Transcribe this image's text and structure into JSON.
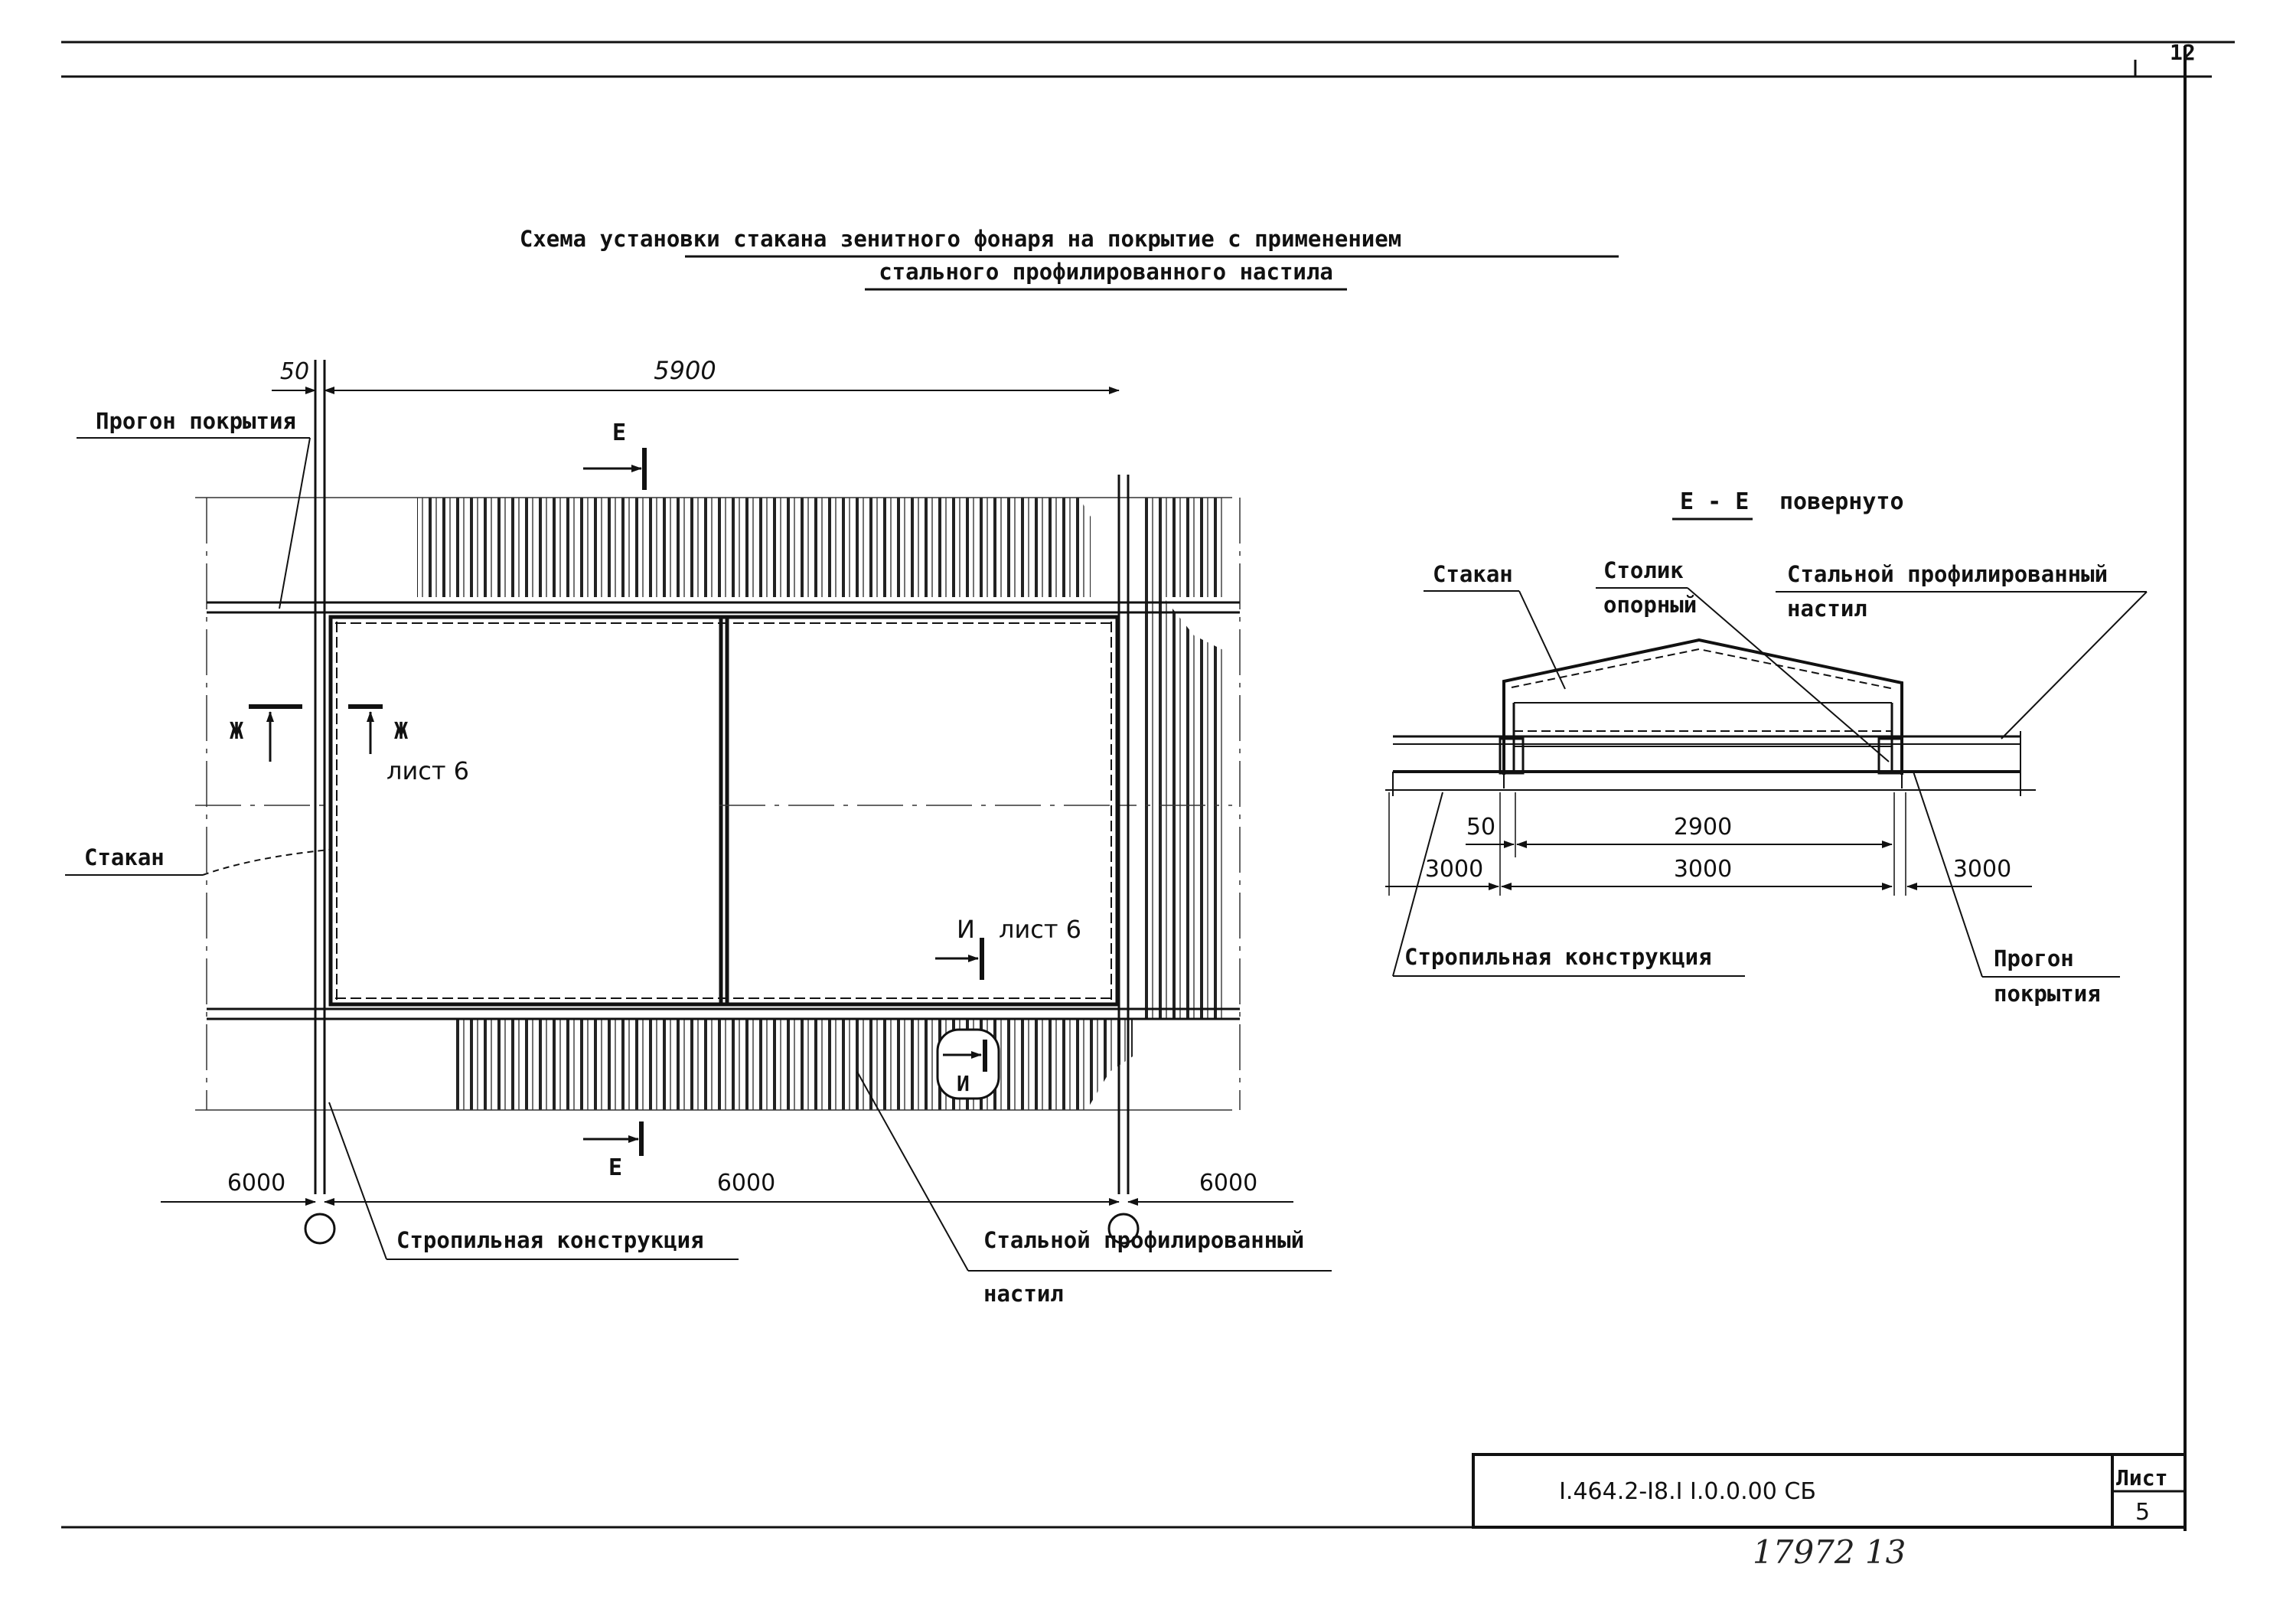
{
  "title": {
    "line1": "Схема установки стакана зенитного фонаря на покрытие с применением",
    "line2": "стального профилированного настила"
  },
  "corner_number": "12",
  "plan": {
    "dims": {
      "d50": "50",
      "d5900": "5900",
      "d6000_left": "6000",
      "d6000_mid": "6000",
      "d6000_right": "6000"
    },
    "labels": {
      "purlin": "Прогон покрытия",
      "cup": "Стакан",
      "rafter": "Стропильная конструкция",
      "deck_line1": "Стальной профилированный",
      "deck_line2": "настил",
      "sheet6_a": "лист 6",
      "sheet6_b": "лист 6"
    },
    "section_marks": {
      "e_top": "Е",
      "e_bottom": "Е",
      "zh_left": "Ж",
      "zh_right": "Ж",
      "i_top": "И",
      "i_bottom": "И"
    }
  },
  "section": {
    "title_mark": "Е - Е",
    "title_text": "повернуто",
    "labels": {
      "cup": "Стакан",
      "table_line1": "Столик",
      "table_line2": "опорный",
      "deck_line1": "Стальной профилированный",
      "deck_line2": "настил",
      "rafter": "Стропильная конструкция",
      "purlin_line1": "Прогон",
      "purlin_line2": "покрытия"
    },
    "dims": {
      "d50": "50",
      "d2900": "2900",
      "d3000_left": "3000",
      "d3000_mid": "3000",
      "d3000_right": "3000"
    }
  },
  "title_block": {
    "code": "I.464.2-I8.I I.0.0.00 СБ",
    "sheet_label": "Лист",
    "sheet_number": "5"
  },
  "handwritten": "17972 13"
}
